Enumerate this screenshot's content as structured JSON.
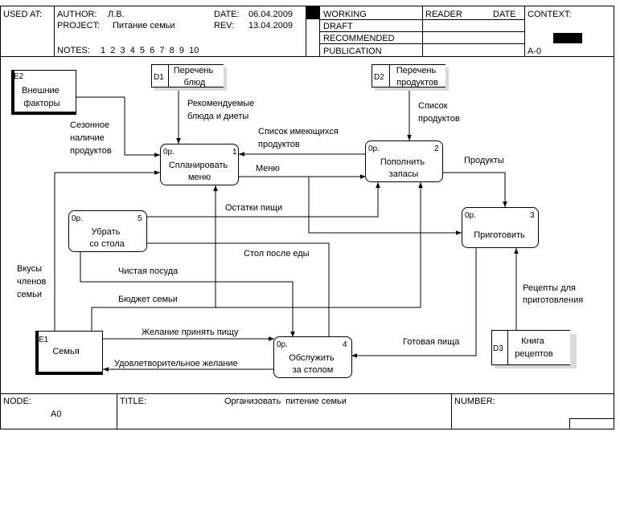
{
  "header": {
    "used_at_label": "USED AT:",
    "author_label": "AUTHOR:",
    "author": "Л.В.",
    "project_label": "PROJECT:",
    "project": "Питание семьи",
    "notes_label": "NOTES:",
    "notes": "1  2  3  4  5  6  7  8  9  10",
    "date_label": "DATE:",
    "date": "06.04.2009",
    "rev_label": "REV:",
    "rev": "13.04.2009",
    "status": [
      "WORKING",
      "DRAFT",
      "RECOMMENDED",
      "PUBLICATION"
    ],
    "reader_label": "READER",
    "reader_date_label": "DATE",
    "context_label": "CONTEXT:",
    "context_node": "A-0"
  },
  "activities": {
    "a1": {
      "id": "1",
      "cost": "0р.",
      "label": [
        "Спланировать",
        "меню"
      ]
    },
    "a2": {
      "id": "2",
      "cost": "0р.",
      "label": [
        "Пополнить",
        "запасы"
      ]
    },
    "a3": {
      "id": "3",
      "cost": "0р.",
      "label": [
        "Приготовить"
      ]
    },
    "a4": {
      "id": "4",
      "cost": "0р.",
      "label": [
        "Обслужить",
        "за столом"
      ]
    },
    "a5": {
      "id": "5",
      "cost": "0р.",
      "label": [
        "Убрать",
        "со стола"
      ]
    }
  },
  "stores": {
    "d1": {
      "id": "D1",
      "label": [
        "Перечень",
        "блюд"
      ]
    },
    "d2": {
      "id": "D2",
      "label": [
        "Перечень",
        "продуктов"
      ]
    },
    "d3": {
      "id": "D3",
      "label": [
        "Книга",
        "рецептов"
      ]
    }
  },
  "externals": {
    "e1": {
      "id": "E1",
      "label": [
        "Семья"
      ]
    },
    "e2": {
      "id": "E2",
      "label": [
        "Внешние",
        "факторы"
      ]
    }
  },
  "arrows": {
    "rec_dishes": [
      "Рекомендуемые",
      "блюда и диеты"
    ],
    "product_list": [
      "Список",
      "продуктов"
    ],
    "seasonal": [
      "Сезонное",
      "наличие",
      "продуктов"
    ],
    "available_list": [
      "Список имеющихся",
      "продуктов"
    ],
    "menu": [
      "Меню"
    ],
    "products": [
      "Продукты"
    ],
    "leftovers": [
      "Остатки пищи"
    ],
    "table_after_meal": [
      "Стол после еды"
    ],
    "tastes": [
      "Вкусы",
      "членов",
      "семьи"
    ],
    "clean_dishes": [
      "Чистая посуда"
    ],
    "budget": [
      "Бюджет семьи"
    ],
    "recipes": [
      "Рецепты для",
      "приготовления"
    ],
    "wish_to_eat": [
      "Желание принять пищу"
    ],
    "ready_food": [
      "Готовая пища"
    ],
    "satisfied_wish": [
      "Удовлетворительное желание"
    ]
  },
  "footer": {
    "node_label": "NODE:",
    "node": "A0",
    "title_label": "TITLE:",
    "title": "Организовать  питение семьи",
    "number_label": "NUMBER:"
  }
}
